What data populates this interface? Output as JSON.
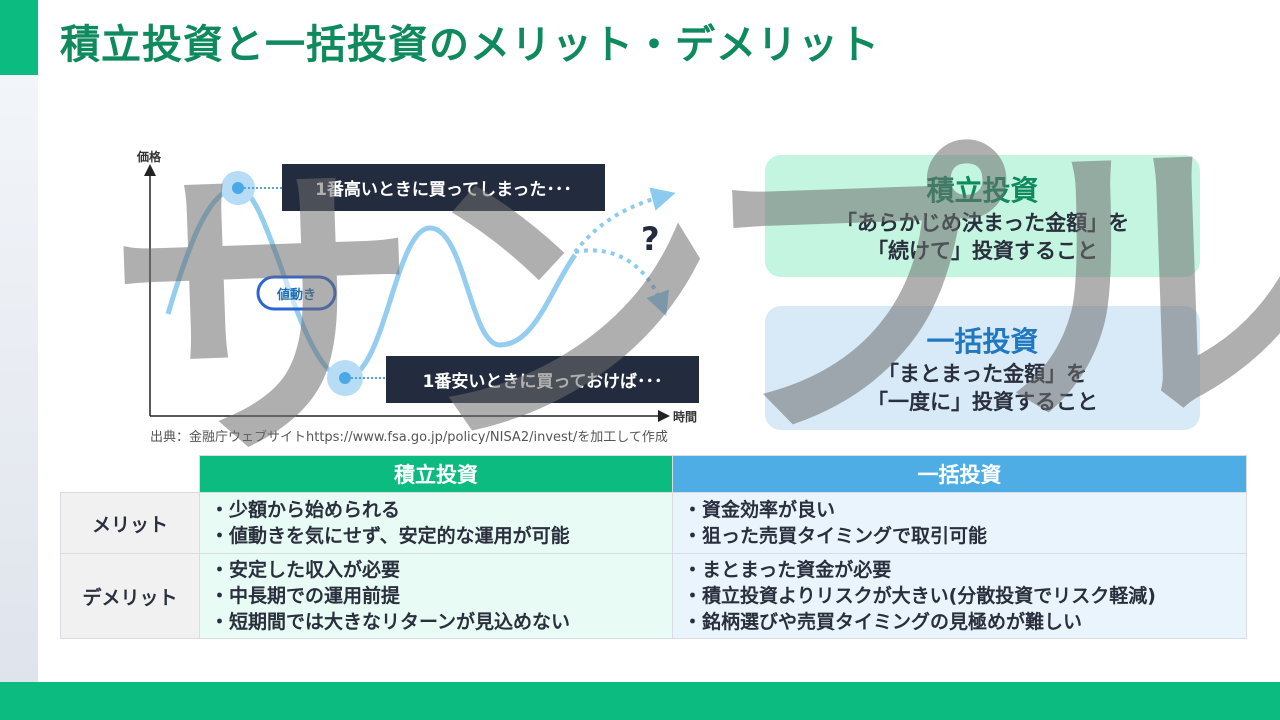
{
  "title": "積立投資と一括投資のメリット・デメリット",
  "chart": {
    "y_label": "価格",
    "x_label": "時間",
    "high_callout": "1番高いときに買ってしまった･･･",
    "low_callout": "1番安いときに買っておけば･･･",
    "fluctuation_label": "値動き",
    "question": "?",
    "source": "出典：金融庁ウェブサイトhttps://www.fsa.go.jp/policy/NISA2/invest/を加工して作成"
  },
  "tsumitate_box": {
    "heading": "積立投資",
    "line1": "「あらかじめ決まった金額」を",
    "line2": "「続けて」投資すること"
  },
  "ikkatsu_box": {
    "heading": "一括投資",
    "line1": "「まとまった金額」を",
    "line2": "「一度に」投資すること"
  },
  "table": {
    "headers": [
      "積立投資",
      "一括投資"
    ],
    "rows": [
      {
        "label": "メリット",
        "tsumitate": [
          "・少額から始められる",
          "・値動きを気にせず、安定的な運用が可能"
        ],
        "ikkatsu": [
          "・資金効率が良い",
          "・狙った売買タイミングで取引可能"
        ]
      },
      {
        "label": "デメリット",
        "tsumitate": [
          "・安定した収入が必要",
          "・中長期での運用前提",
          "・短期間では大きなリターンが見込めない"
        ],
        "ikkatsu": [
          "・まとまった資金が必要",
          "・積立投資よりリスクが大きい(分散投資でリスク軽減)",
          "・銘柄選びや売買タイミングの見極めが難しい"
        ]
      }
    ]
  },
  "watermark": "サンプル",
  "colors": {
    "green": "#0cbb80",
    "blue": "#4fade6",
    "title": "#0e8a5e"
  }
}
